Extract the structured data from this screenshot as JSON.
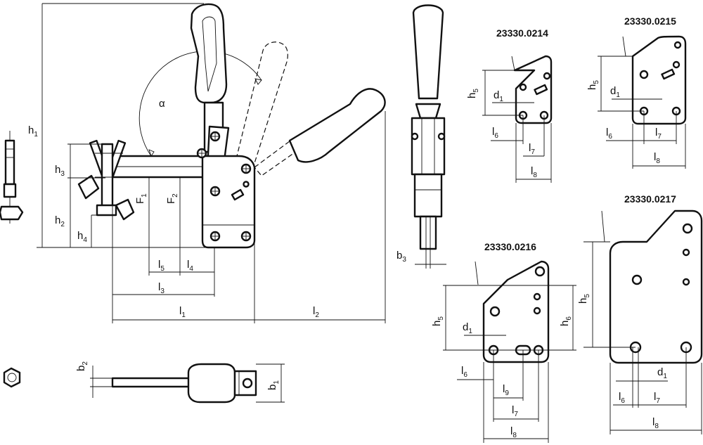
{
  "labels": {
    "h1": {
      "base": "h",
      "sub": "1"
    },
    "h2": {
      "base": "h",
      "sub": "2"
    },
    "h3": {
      "base": "h",
      "sub": "3"
    },
    "h4": {
      "base": "h",
      "sub": "4"
    },
    "h5": {
      "base": "h",
      "sub": "5"
    },
    "h6": {
      "base": "h",
      "sub": "6"
    },
    "l1": {
      "base": "l",
      "sub": "1"
    },
    "l2": {
      "base": "l",
      "sub": "2"
    },
    "l3": {
      "base": "l",
      "sub": "3"
    },
    "l4": {
      "base": "l",
      "sub": "4"
    },
    "l5": {
      "base": "l",
      "sub": "5"
    },
    "l6": {
      "base": "l",
      "sub": "6"
    },
    "l7": {
      "base": "l",
      "sub": "7"
    },
    "l8": {
      "base": "l",
      "sub": "8"
    },
    "l9": {
      "base": "l",
      "sub": "9"
    },
    "b1": {
      "base": "b",
      "sub": "1"
    },
    "b2": {
      "base": "b",
      "sub": "2"
    },
    "b3": {
      "base": "b",
      "sub": "3"
    },
    "d1": {
      "base": "d",
      "sub": "1"
    },
    "F1": {
      "base": "F",
      "sub": "1"
    },
    "F2": {
      "base": "F",
      "sub": "2"
    },
    "alpha": "α"
  },
  "variants": {
    "v0214": "23330.0214",
    "v0215": "23330.0215",
    "v0216": "23330.0216",
    "v0217": "23330.0217"
  }
}
